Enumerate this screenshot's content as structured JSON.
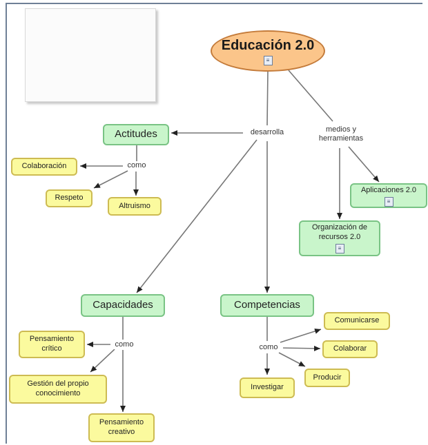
{
  "root": {
    "label": "Educación 2.0",
    "icon": "document-icon"
  },
  "links": {
    "desarrolla": "desarrolla",
    "medios": "medios y herramientas",
    "como_actitudes": "como",
    "como_capacidades": "como",
    "como_competencias": "como"
  },
  "nodes": {
    "actitudes": "Actitudes",
    "capacidades": "Capacidades",
    "competencias": "Competencias",
    "aplicaciones": "Aplicaciones 2.0",
    "organizacion": "Organización de recursos 2.0",
    "colaboracion": "Colaboración",
    "respeto": "Respeto",
    "altruismo": "Altruismo",
    "pensamiento_critico": "Pensamiento crítico",
    "gestion": "Gestión del propio conocimiento",
    "pensamiento_creativo": "Pensamiento creativo",
    "comunicarse": "Comunicarse",
    "colaborar": "Colaborar",
    "producir": "Producir",
    "investigar": "Investigar"
  },
  "colors": {
    "concept_green": "#c9f5cb",
    "concept_yellow": "#fbfa9e",
    "root_orange": "#fbc58a",
    "line": "#777777"
  }
}
